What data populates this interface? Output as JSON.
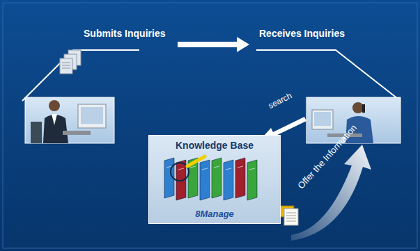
{
  "diagram": {
    "nodes": [
      {
        "text": [
          "Knowledge Base",
          "8Manage"
        ]
      }
    ],
    "labels": [
      "Submits Inquiries",
      "Receives Inquiries",
      "search",
      "Offer the Information"
    ]
  }
}
